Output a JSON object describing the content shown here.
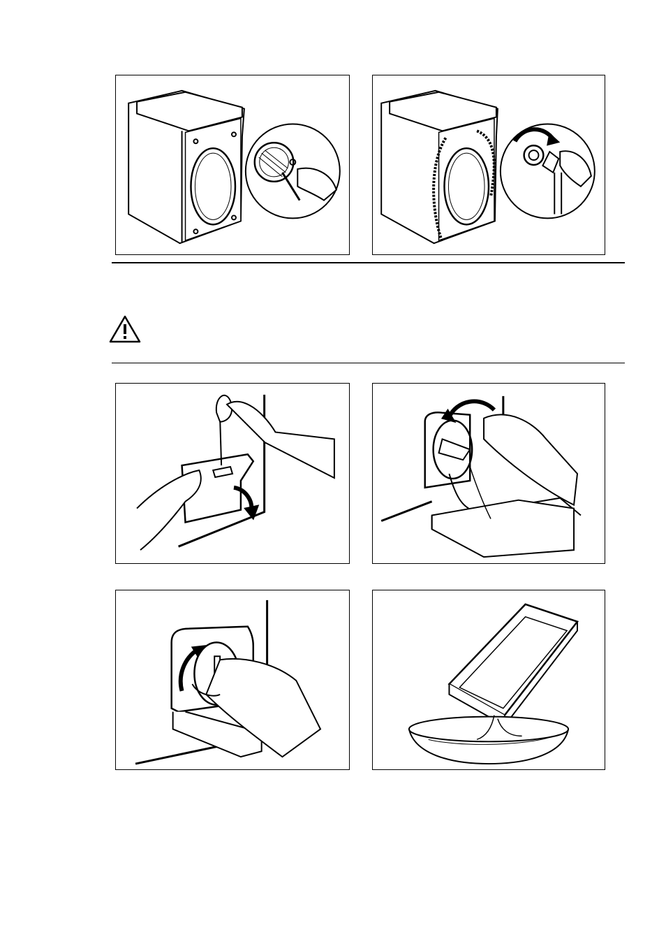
{
  "document": {
    "warning_icon": "warning-triangle-icon",
    "illustrations": [
      {
        "id": "clean-filter",
        "icon": "filter-brush-illustration"
      },
      {
        "id": "unscrew-hose",
        "icon": "hose-unscrew-illustration"
      },
      {
        "id": "open-flap",
        "icon": "screwdriver-flap-illustration"
      },
      {
        "id": "drain-filter",
        "icon": "filter-drain-illustration"
      },
      {
        "id": "refit-filter",
        "icon": "filter-refit-illustration"
      },
      {
        "id": "empty-container",
        "icon": "container-empty-illustration"
      }
    ],
    "colors": {
      "line": "#000000",
      "background": "#ffffff"
    }
  }
}
